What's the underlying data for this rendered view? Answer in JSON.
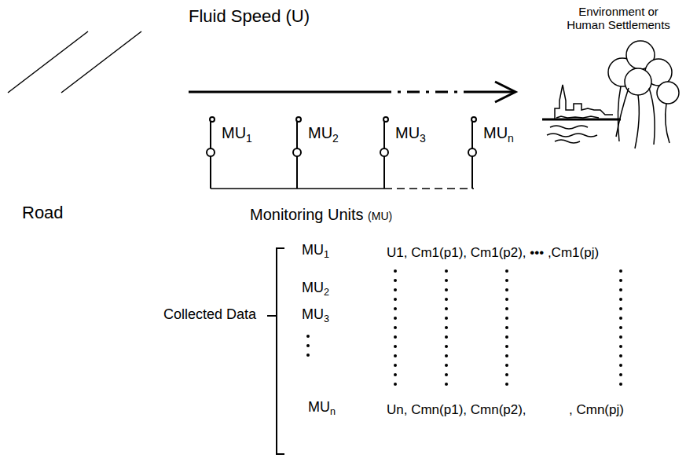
{
  "diagram": {
    "labels": [
      "Fluid Speed (U)",
      "Environment or Human Settlements",
      "Road",
      "MU1",
      "MU2",
      "MU3",
      "MUn",
      "Monitoring Units (MU)",
      "Collected Data",
      "MU1",
      "U1, Cm1(p1), Cm1(p2), ••• ,Cm1(pj)",
      "MU2",
      "MU3",
      "MUn",
      "Un, Cmn(p1), Cmn(p2),",
      ", Cmn(pj)"
    ]
  }
}
